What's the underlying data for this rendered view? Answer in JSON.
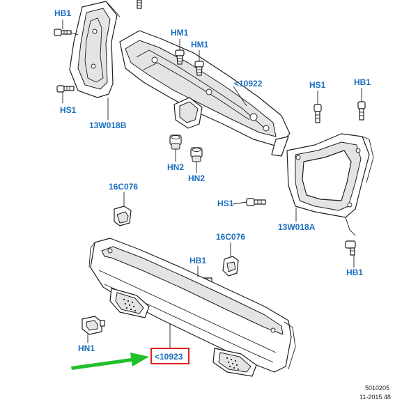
{
  "labels": {
    "hb1_top_left": "HB1",
    "hs1_left": "HS1",
    "bracket_left": "13W018B",
    "hm1_a": "HM1",
    "hm1_b": "HM1",
    "upper_rail": "<10922",
    "hn2_a": "HN2",
    "hn2_b": "HN2",
    "hs1_right_top": "HS1",
    "hb1_right_top": "HB1",
    "clip_left": "16C076",
    "hs1_right_mid": "HS1",
    "bracket_right": "13W018A",
    "clip_mid": "16C076",
    "hb1_mid": "HB1",
    "hb1_right_bottom": "HB1",
    "hn1": "HN1",
    "bumper_beam": "<10923"
  },
  "footer": {
    "code": "5010205",
    "date": "11-2015 48"
  },
  "colors": {
    "label": "#1a6fc0",
    "highlight_box": "#e02020",
    "arrow": "#22c02a",
    "line": "#1e1e1e"
  }
}
